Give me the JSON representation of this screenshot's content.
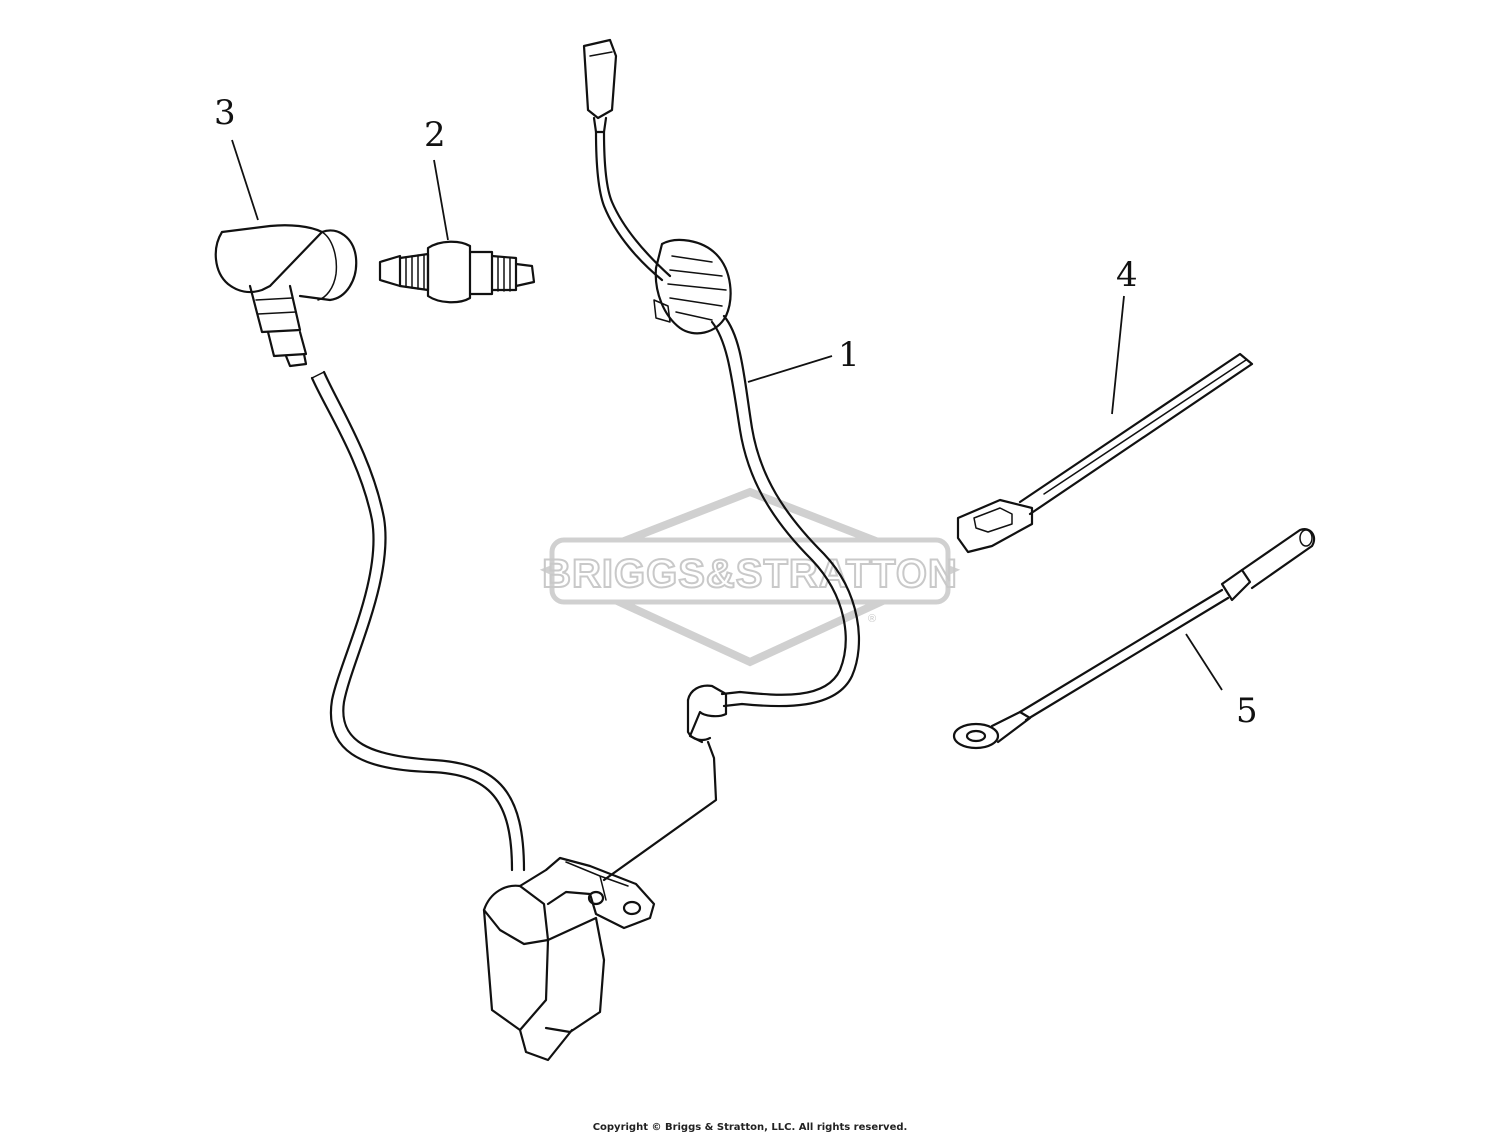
{
  "parts": [
    {
      "number": "1",
      "name": "ground-wire"
    },
    {
      "number": "2",
      "name": "spark-plug"
    },
    {
      "number": "3",
      "name": "spark-plug-boot"
    },
    {
      "number": "4",
      "name": "cable-tie"
    },
    {
      "number": "5",
      "name": "ground-lead"
    }
  ],
  "watermark": {
    "text": "BRIGGS&STRATTON",
    "registered": "®"
  },
  "copyright": "Copyright © Briggs & Stratton, LLC. All rights reserved."
}
